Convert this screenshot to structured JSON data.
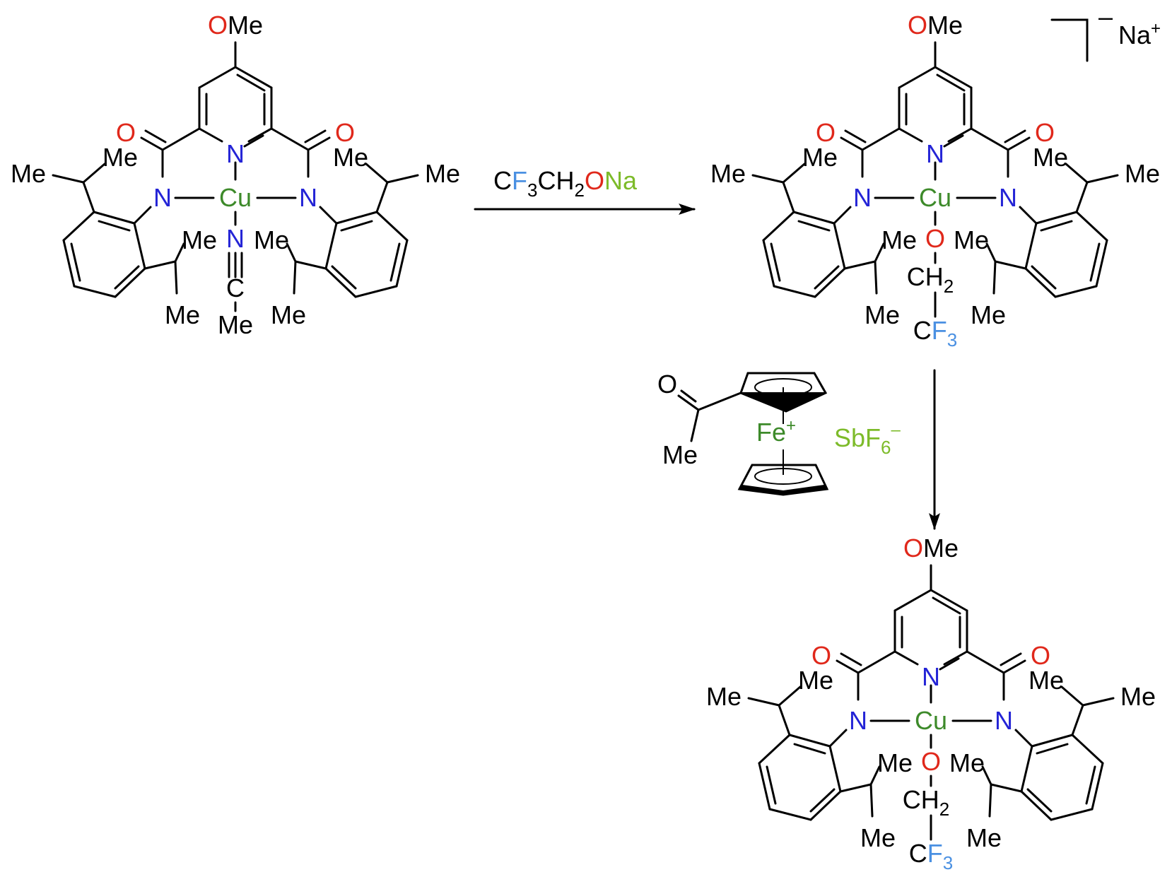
{
  "colors": {
    "black": "#000000",
    "oxygen": "#e0281b",
    "nitrogen": "#2424d6",
    "copper": "#3d8a2a",
    "fluorine": "#4a90e2",
    "reagent_green": "#7dbb2a",
    "iron": "#3d8a2a"
  },
  "labels": {
    "ome": "OMe",
    "me": "Me",
    "o": "O",
    "n": "N",
    "cu": "Cu",
    "c": "C",
    "ch": "CH",
    "two": "2",
    "cf": "CF",
    "three": "3",
    "charge_minus": "–",
    "na": "Na",
    "plus": "+",
    "fe": "Fe",
    "sbf": "SbF",
    "six": "6",
    "anion_minus": "–"
  },
  "reagent1": {
    "c1": "C",
    "f": "F",
    "sub3": "3",
    "ch": "CH",
    "sub2": "2",
    "o": "O",
    "na": "Na"
  }
}
